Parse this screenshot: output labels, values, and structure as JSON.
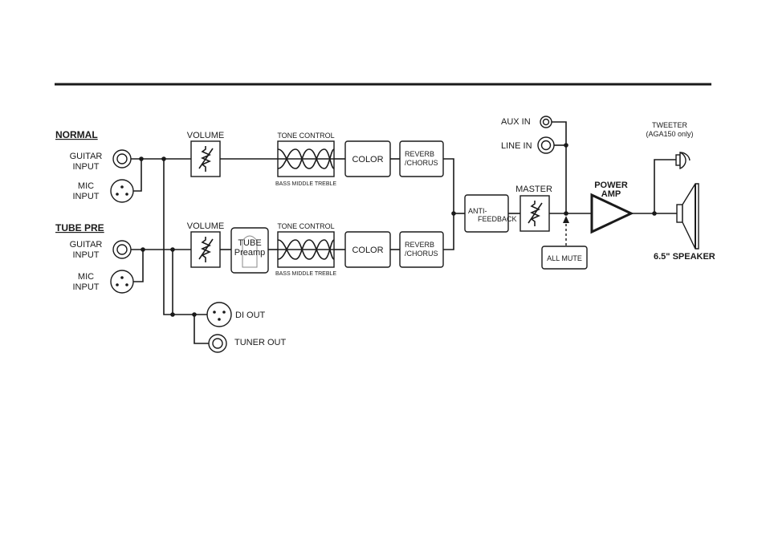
{
  "normal": {
    "heading": "NORMAL",
    "guitar_input": [
      "GUITAR",
      "INPUT"
    ],
    "mic_input": [
      "MIC",
      "INPUT"
    ],
    "volume": "VOLUME",
    "tone_control": "TONE CONTROL",
    "tone_bands": "BASS  MIDDLE  TREBLE",
    "color": "COLOR",
    "reverb": [
      "REVERB",
      "/CHORUS"
    ]
  },
  "tube_pre": {
    "heading": "TUBE PRE",
    "guitar_input": [
      "GUITAR",
      "INPUT"
    ],
    "mic_input": [
      "MIC",
      "INPUT"
    ],
    "volume": "VOLUME",
    "tube": [
      "TUBE",
      "Preamp"
    ],
    "tone_control": "TONE CONTROL",
    "tone_bands": "BASS  MIDDLE  TREBLE",
    "color": "COLOR",
    "reverb": [
      "REVERB",
      "/CHORUS"
    ]
  },
  "outputs": {
    "di_out": "DI OUT",
    "tuner_out": "TUNER OUT"
  },
  "mix": {
    "anti_feedback": [
      "ANTI-",
      "FEEDBACK"
    ],
    "master": "MASTER",
    "all_mute": "ALL MUTE",
    "aux_in": "AUX IN",
    "line_in": "LINE IN",
    "power_amp": [
      "POWER",
      "AMP"
    ],
    "tweeter": [
      "TWEETER",
      "(AGA150 only)"
    ],
    "speaker": "6.5\" SPEAKER"
  }
}
